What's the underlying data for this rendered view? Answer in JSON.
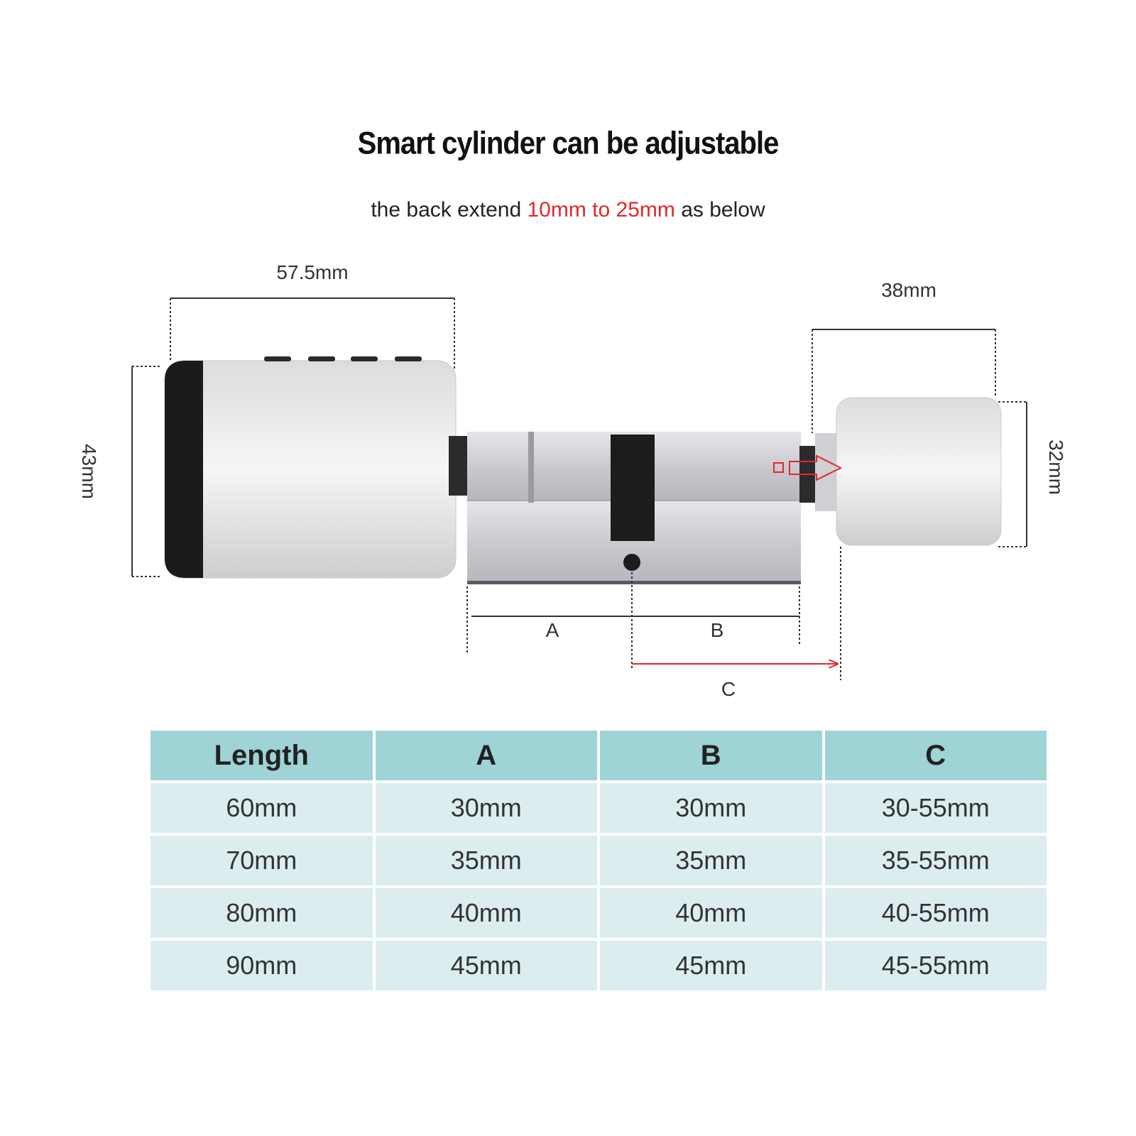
{
  "title": "Smart cylinder can be adjustable",
  "subtitle": {
    "before": "the back extend ",
    "highlight": "10mm to 25mm",
    "after": " as below"
  },
  "colors": {
    "highlight": "#e3282b",
    "table_header": "#9fd3d5",
    "table_row": "#dcedef"
  },
  "dimensions": {
    "front_width": "57.5mm",
    "front_height": "43mm",
    "back_width": "38mm",
    "back_height": "32mm",
    "label_a": "A",
    "label_b": "B",
    "label_c": "C"
  },
  "table": {
    "headers": [
      "Length",
      "A",
      "B",
      "C"
    ],
    "rows": [
      [
        "60mm",
        "30mm",
        "30mm",
        "30-55mm"
      ],
      [
        "70mm",
        "35mm",
        "35mm",
        "35-55mm"
      ],
      [
        "80mm",
        "40mm",
        "40mm",
        "40-55mm"
      ],
      [
        "90mm",
        "45mm",
        "45mm",
        "45-55mm"
      ]
    ]
  }
}
